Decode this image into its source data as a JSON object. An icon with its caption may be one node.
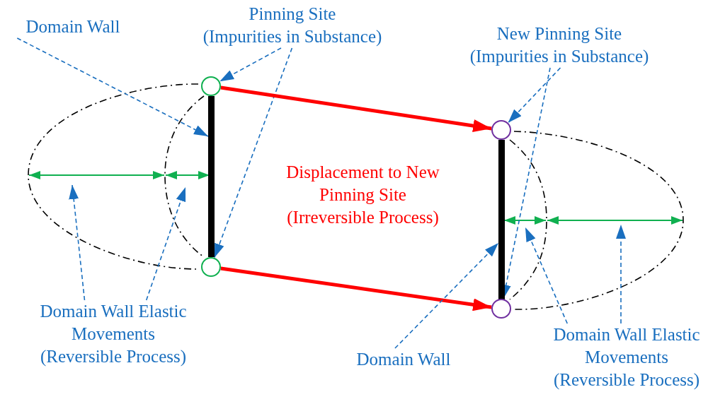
{
  "diagram": {
    "nodes": [
      {
        "text": [
          "Domain Wall"
        ]
      },
      {
        "text": [
          "Pinning Site (Impurities in Substance)"
        ]
      },
      {
        "text": [
          "New Pinning Site (Impurities in Substance)"
        ]
      },
      {
        "text": [],
        "shape": "circle"
      },
      {
        "text": [],
        "shape": "bar"
      },
      {
        "text": [],
        "shape": "circle"
      },
      {
        "text": [],
        "shape": "circle"
      },
      {
        "text": [],
        "shape": "bar"
      },
      {
        "text": [],
        "shape": "circle"
      },
      {
        "text": [
          "Domain Wall Elastic Movements (Reversible Process)"
        ]
      },
      {
        "text": [
          "Domain Wall"
        ]
      },
      {
        "text": [
          "Domain Wall Elastic Movements (Reversible Process)"
        ]
      }
    ],
    "edges": [
      {
        "from": 0,
        "to": 4,
        "arrow": "to",
        "style": "dashed"
      },
      {
        "from": 1,
        "to": 3,
        "arrow": "to",
        "style": "dashed"
      },
      {
        "from": 1,
        "to": 5,
        "arrow": "to",
        "style": "dashed"
      },
      {
        "from": 2,
        "to": 6,
        "arrow": "to",
        "style": "dashed"
      },
      {
        "from": 2,
        "to": 8,
        "arrow": "to",
        "style": "dashed"
      },
      {
        "from": 3,
        "to": 6,
        "arrow": "to",
        "style": "thick",
        "color": "#ff0000"
      },
      {
        "from": 5,
        "to": 8,
        "arrow": "to",
        "style": "thick",
        "color": "#ff0000"
      },
      {
        "from": 9,
        "to": null,
        "arrow": "to",
        "style": "dashed"
      },
      {
        "from": 9,
        "to": null,
        "arrow": "to",
        "style": "dashed"
      },
      {
        "from": 10,
        "to": 7,
        "arrow": "to",
        "style": "dashed"
      },
      {
        "from": 11,
        "to": null,
        "arrow": "to",
        "style": "dashed"
      },
      {
        "from": 11,
        "to": null,
        "arrow": "to",
        "style": "dashed"
      }
    ],
    "labels": [
      "Displacement to New Pinning Site (Irreversible Process)"
    ]
  }
}
